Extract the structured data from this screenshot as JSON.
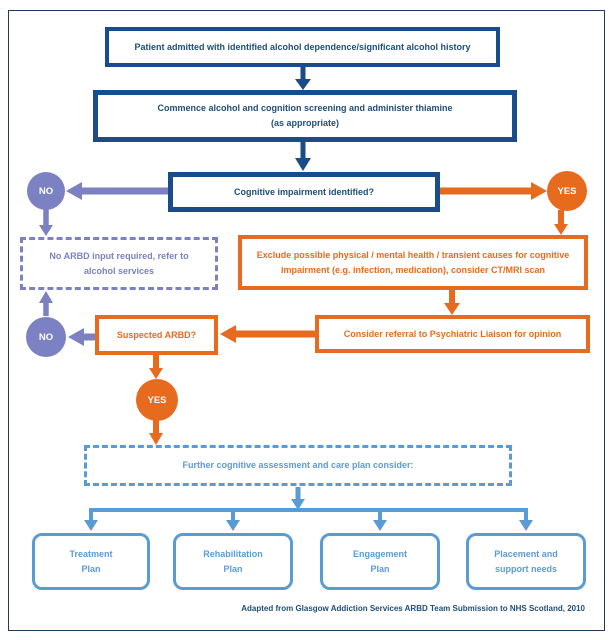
{
  "colors": {
    "navy": "#1A4C8B",
    "navy_text": "#1F4E79",
    "purple": "#7C81C4",
    "orange": "#E76B1F",
    "light_blue": "#5B9BD5"
  },
  "labels": {
    "no": "NO",
    "yes": "YES"
  },
  "flowchart": {
    "patient": "Patient admitted with identified alcohol dependence/significant alcohol history",
    "commence": {
      "line1": "Commence alcohol and cognition screening and administer thiamine",
      "line2": "(as appropriate)"
    },
    "cognitive": "Cognitive impairment identified?",
    "no_arbd": {
      "line1": "No ARBD input required, refer to",
      "line2": "alcohol services"
    },
    "exclude": {
      "line1": "Exclude possible physical / mental health / transient causes for cognitive",
      "line2": "impairment (e.g. infection, medication), consider CT/MRI scan"
    },
    "consider": "Consider referral to Psychiatric Liaison for opinion",
    "suspected": "Suspected ARBD?",
    "further": "Further cognitive assessment and care plan consider:",
    "plans": [
      {
        "line1": "Treatment",
        "line2": "Plan"
      },
      {
        "line1": "Rehabilitation",
        "line2": "Plan"
      },
      {
        "line1": "Engagement",
        "line2": "Plan"
      },
      {
        "line1": "Placement and",
        "line2": "support needs"
      }
    ],
    "footer": "Adapted from Glasgow Addiction Services ARBD Team Submission to NHS Scotland, 2010"
  }
}
